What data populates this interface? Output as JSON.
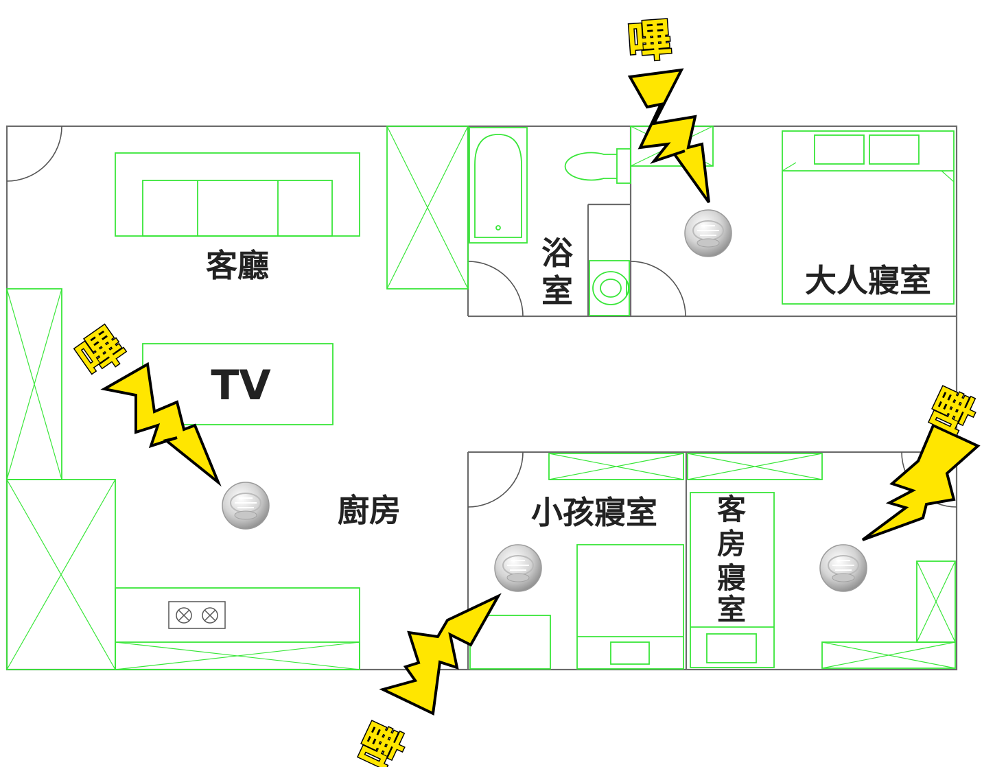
{
  "rooms": {
    "living_room": "客廳",
    "tv": "TV",
    "kitchen": "廚房",
    "bathroom_line1": "浴",
    "bathroom_line2": "室",
    "master_bedroom": "大人寢室",
    "kids_bedroom": "小孩寢室",
    "guest_bedroom_chars": [
      "客",
      "房",
      "寢",
      "室"
    ]
  },
  "alarm_sound": "嗶",
  "colors": {
    "walls": "#6b6b6b",
    "furniture": "#39e639",
    "bolt_fill": "#ffe600",
    "bolt_outline": "#000000",
    "detector": "#d8d8d8"
  },
  "icons": [
    "smoke-detector-icon",
    "lightning-bolt-icon",
    "door-swing-icon",
    "bathtub-icon",
    "toilet-icon",
    "sink-icon",
    "stove-icon",
    "bed-icon",
    "sofa-icon",
    "wardrobe-icon"
  ]
}
